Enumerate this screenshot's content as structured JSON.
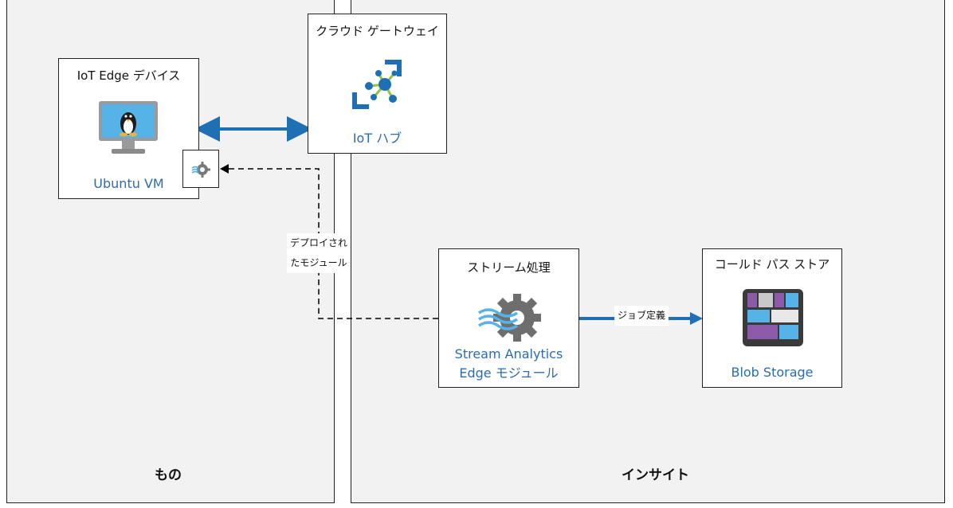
{
  "zones": {
    "things": {
      "label": "もの"
    },
    "insights": {
      "label": "インサイト"
    }
  },
  "cards": {
    "iot_edge_device": {
      "title": "IoT Edge デバイス",
      "subtitle": "Ubuntu VM",
      "icon": "linux-vm-icon"
    },
    "cloud_gateway": {
      "title": "クラウド ゲートウェイ",
      "subtitle": "IoT ハブ",
      "icon": "iot-hub-icon"
    },
    "stream_processing": {
      "title": "ストリーム処理",
      "subtitle_line1": "Stream Analytics",
      "subtitle_line2": "Edge モジュール",
      "icon": "stream-analytics-icon"
    },
    "cold_path_store": {
      "title": "コールド パス ストア",
      "subtitle": "Blob Storage",
      "icon": "blob-storage-icon"
    }
  },
  "connectors": {
    "deployed_module_line1": "デプロイされ",
    "deployed_module_line2": "たモジュール",
    "job_definition": "ジョブ定義"
  },
  "colors": {
    "accent": "#1f6fb5",
    "subtitle": "#2b6cb0",
    "zone_bg": "#f2f2f2"
  }
}
